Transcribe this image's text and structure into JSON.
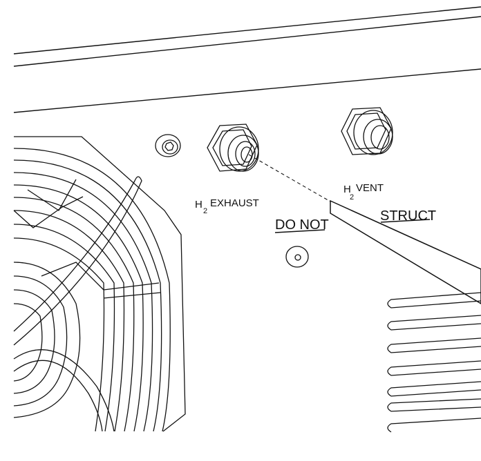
{
  "labels": {
    "exhaust_h": "H",
    "exhaust_sub": "2",
    "exhaust_text": "EXHAUST",
    "vent_h": "H",
    "vent_sub": "2",
    "vent_text": "VENT",
    "warning_visible_left": "DO NOT",
    "warning_visible_right": "STRUCT"
  },
  "colors": {
    "line": "#111111",
    "background": "#ffffff"
  }
}
